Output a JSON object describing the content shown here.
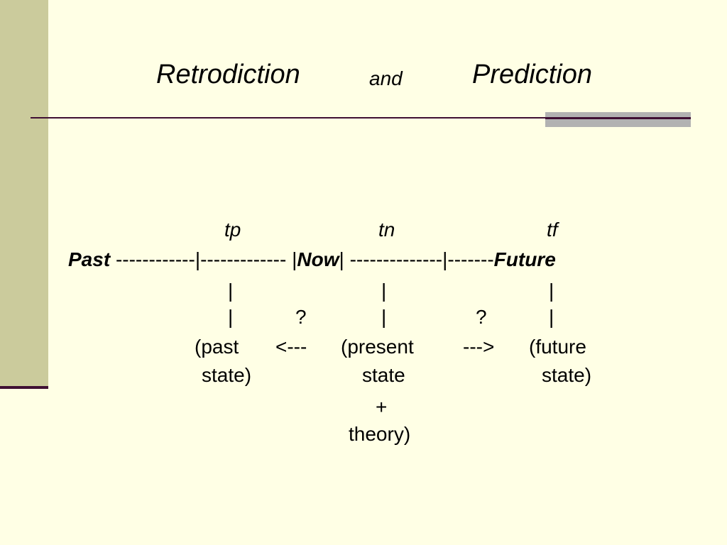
{
  "title": {
    "left": "Retrodiction",
    "middle": "and",
    "right": "Prediction"
  },
  "diagram": {
    "time_labels": {
      "past": "tp",
      "now": "tn",
      "future": "tf"
    },
    "timeline": {
      "past_word": "Past",
      "segment_1": "------------|-------------",
      "now_open": "|",
      "now_word": "Now",
      "now_close": "|",
      "segment_2": "--------------|-------",
      "future_word": "Future"
    },
    "tick": "|",
    "question": "?",
    "arrow_left": "<---",
    "arrow_right": "--->",
    "past_state": {
      "line1": "(past",
      "line2": "state)"
    },
    "present_state": {
      "line1": "(present",
      "line2": "state",
      "line3": "+",
      "line4": "theory)"
    },
    "future_state": {
      "line1": "(future",
      "line2": "state)"
    }
  }
}
